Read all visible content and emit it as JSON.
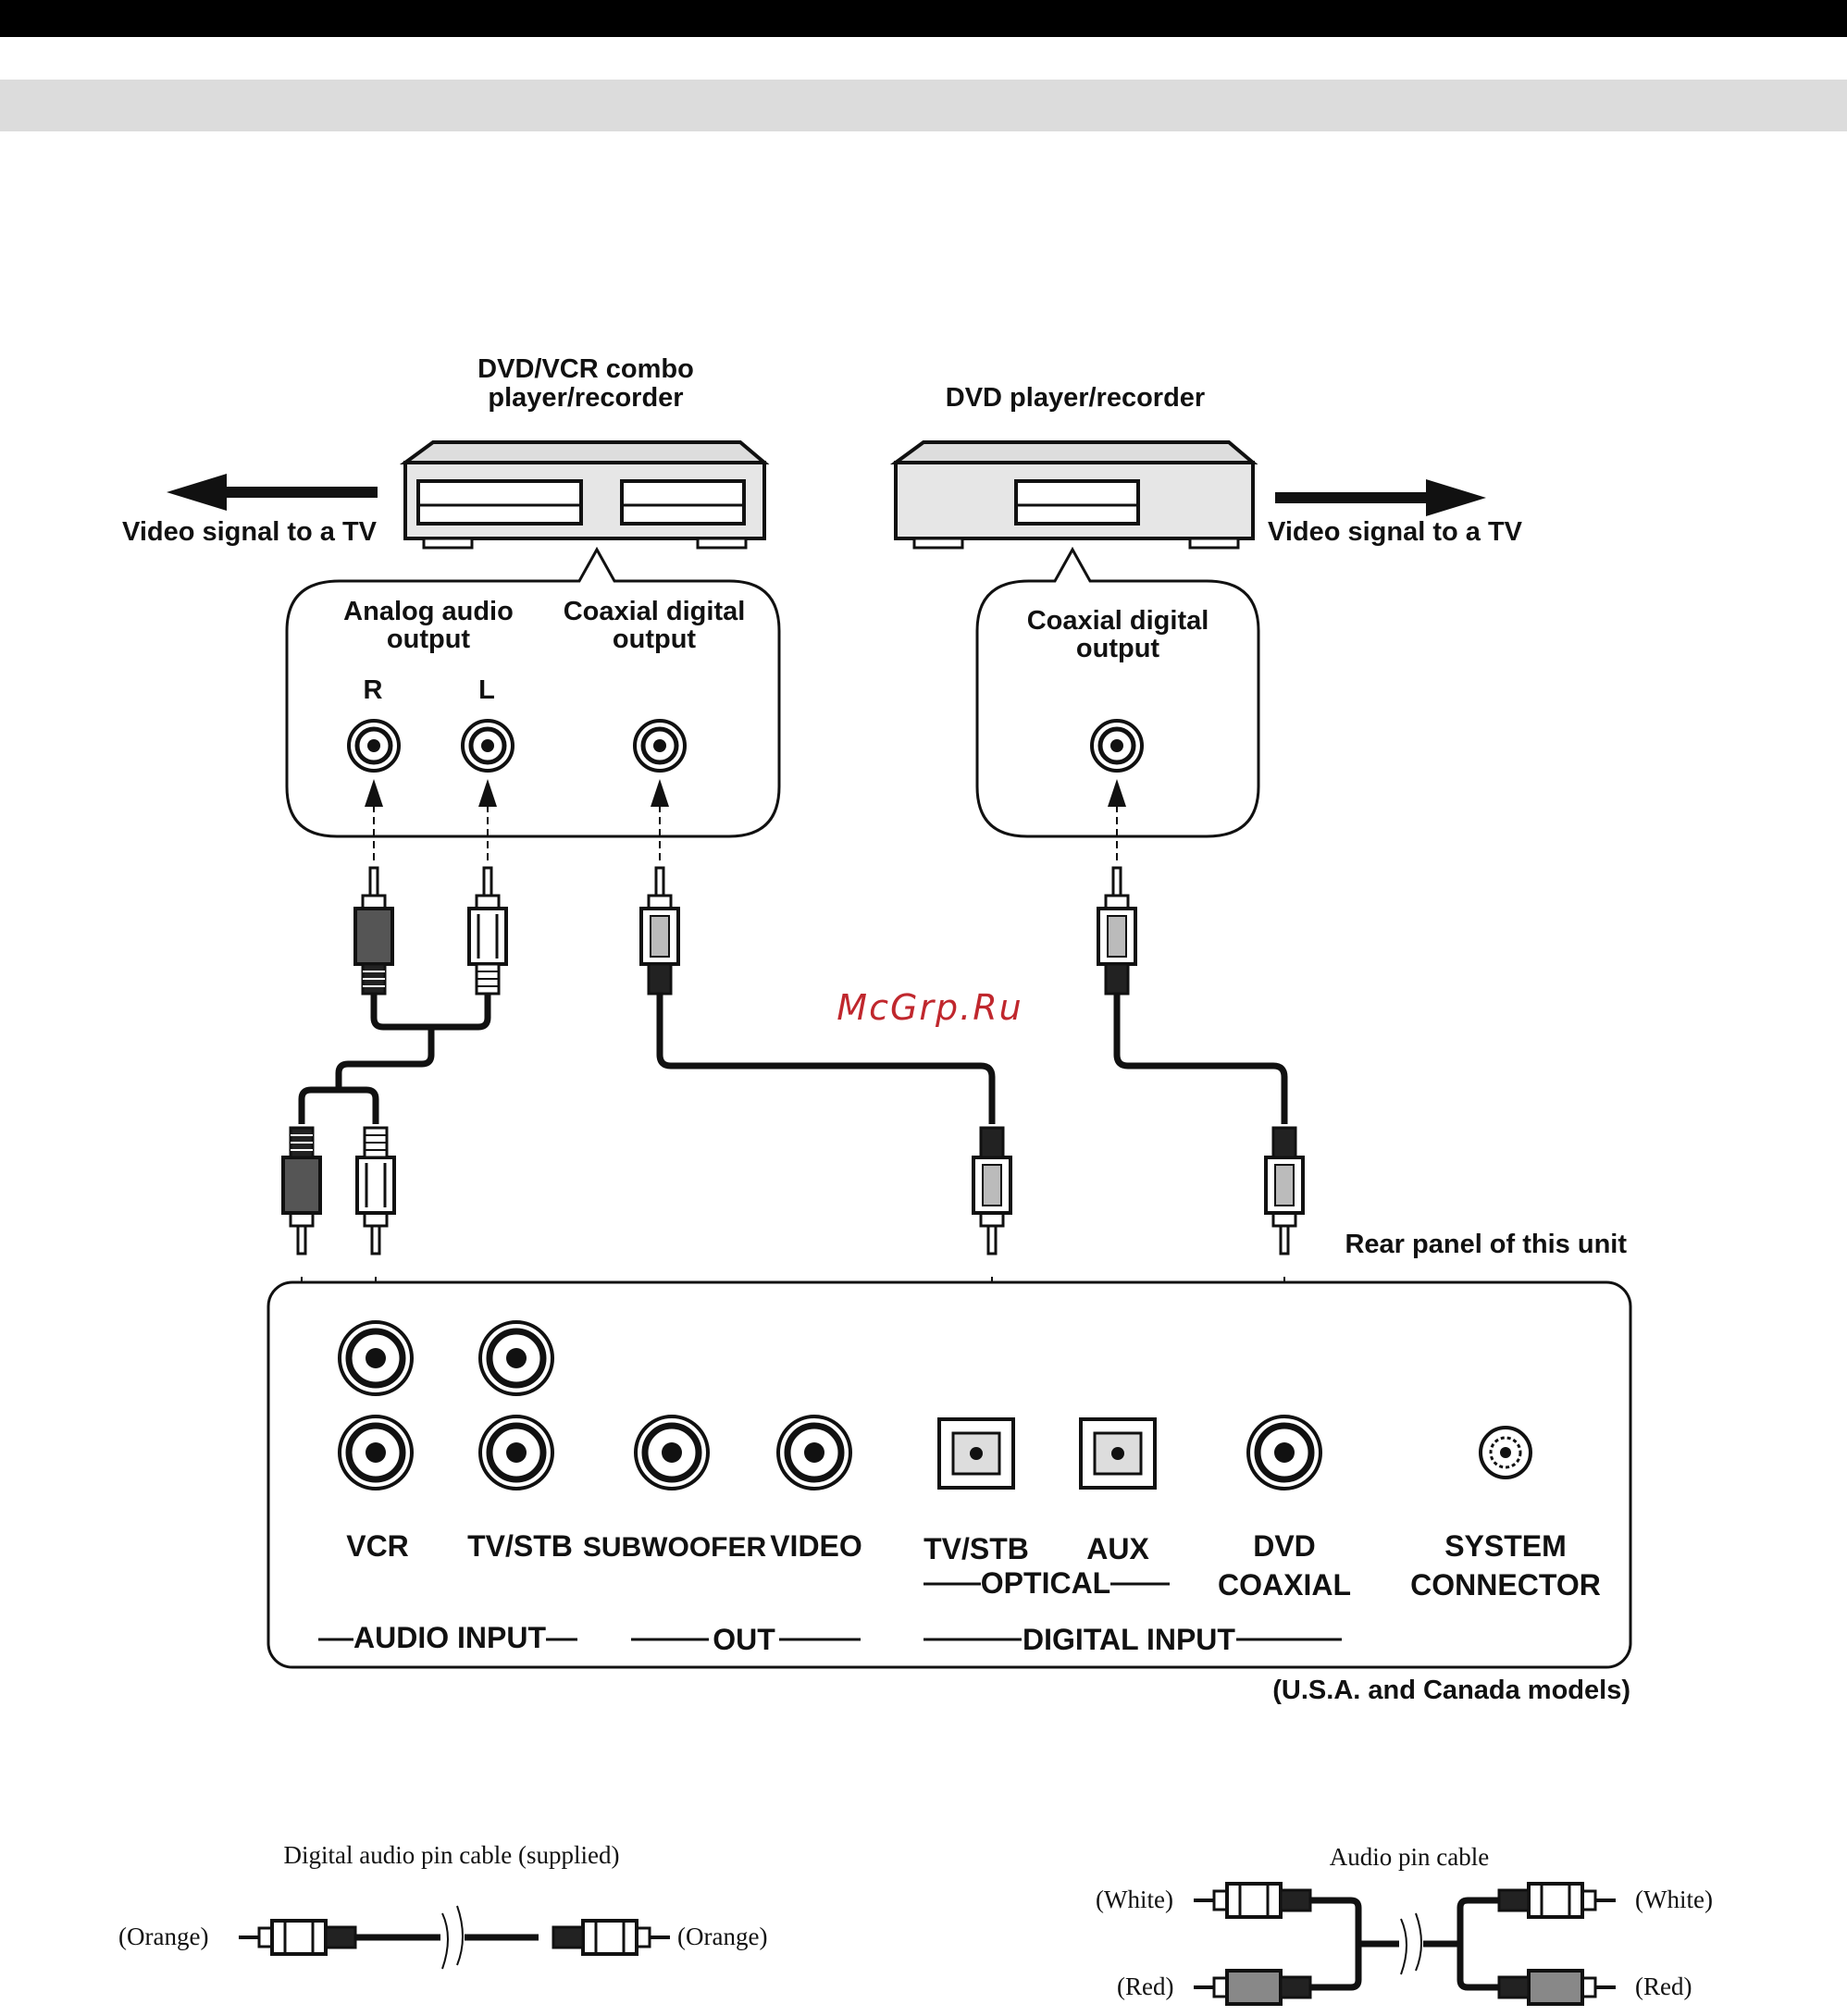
{
  "watermark": "McGrp.Ru",
  "devices": {
    "combo_title_line1": "DVD/VCR combo",
    "combo_title_line2": "player/recorder",
    "dvd_title": "DVD player/recorder",
    "video_signal_left": "Video signal to a TV",
    "video_signal_right": "Video signal to a TV"
  },
  "combo_outputs": {
    "analog_line1": "Analog audio",
    "analog_line2": "output",
    "coaxial_line1": "Coaxial digital",
    "coaxial_line2": "output",
    "right": "R",
    "left": "L"
  },
  "dvd_outputs": {
    "coaxial_line1": "Coaxial digital",
    "coaxial_line2": "output"
  },
  "rear_panel": {
    "title": "Rear panel of this unit",
    "vcr": "VCR",
    "tvstb": "TV/STB",
    "subwoofer": "SUBWOOFER",
    "video": "VIDEO",
    "opt_tvstb": "TV/STB",
    "aux": "AUX",
    "optical": "OPTICAL",
    "dvd": "DVD",
    "coaxial": "COAXIAL",
    "system": "SYSTEM",
    "connector": "CONNECTOR",
    "audio_input": "AUDIO INPUT",
    "out": "OUT",
    "digital_input": "DIGITAL INPUT",
    "models": "(U.S.A. and Canada models)"
  },
  "cables": {
    "digital_title": "Digital audio pin cable (supplied)",
    "orange_left": "(Orange)",
    "orange_right": "(Orange)",
    "audio_title": "Audio pin cable",
    "white_left": "(White)",
    "white_right": "(White)",
    "red_left": "(Red)",
    "red_right": "(Red)"
  }
}
